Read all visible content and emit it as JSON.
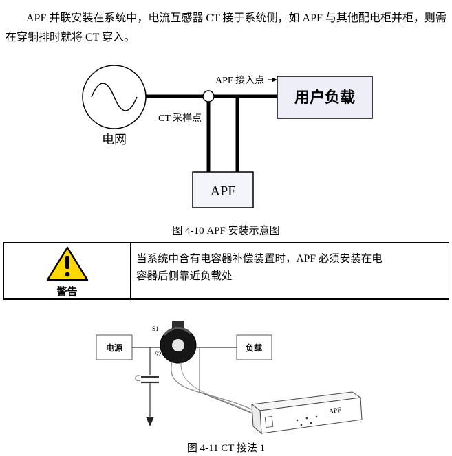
{
  "intro": {
    "line1": "APF 并联安装在系统中，电流互感器 CT 接于系统侧，如 APF 与其他配电柜并柜，则需",
    "line2": "在穿铜排时就将 CT 穿入。"
  },
  "figure_4_10": {
    "grid_label": "电网",
    "ct_point_label": "CT 采样点",
    "apf_point_label": "APF 接入点",
    "load_label": "用户负载",
    "apf_label": "APF",
    "caption": "图 4-10 APF 安装示意图"
  },
  "warning": {
    "label": "警告",
    "line1": "当系统中含有电容器补偿装置时，APF 必须安装在电",
    "line2": "容器后侧靠近负载处"
  },
  "figure_4_11": {
    "source_label": "电源",
    "load_label": "负载",
    "s1": "S1",
    "s2": "S2",
    "c": "C",
    "apf_label": "APF",
    "caption": "图 4-11 CT 接法 1"
  },
  "icons": {
    "warning_triangle": "⚠"
  },
  "colors": {
    "warning_yellow": "#ffd800",
    "load_box_fill": "#eeeef8",
    "line_color": "#000000"
  }
}
